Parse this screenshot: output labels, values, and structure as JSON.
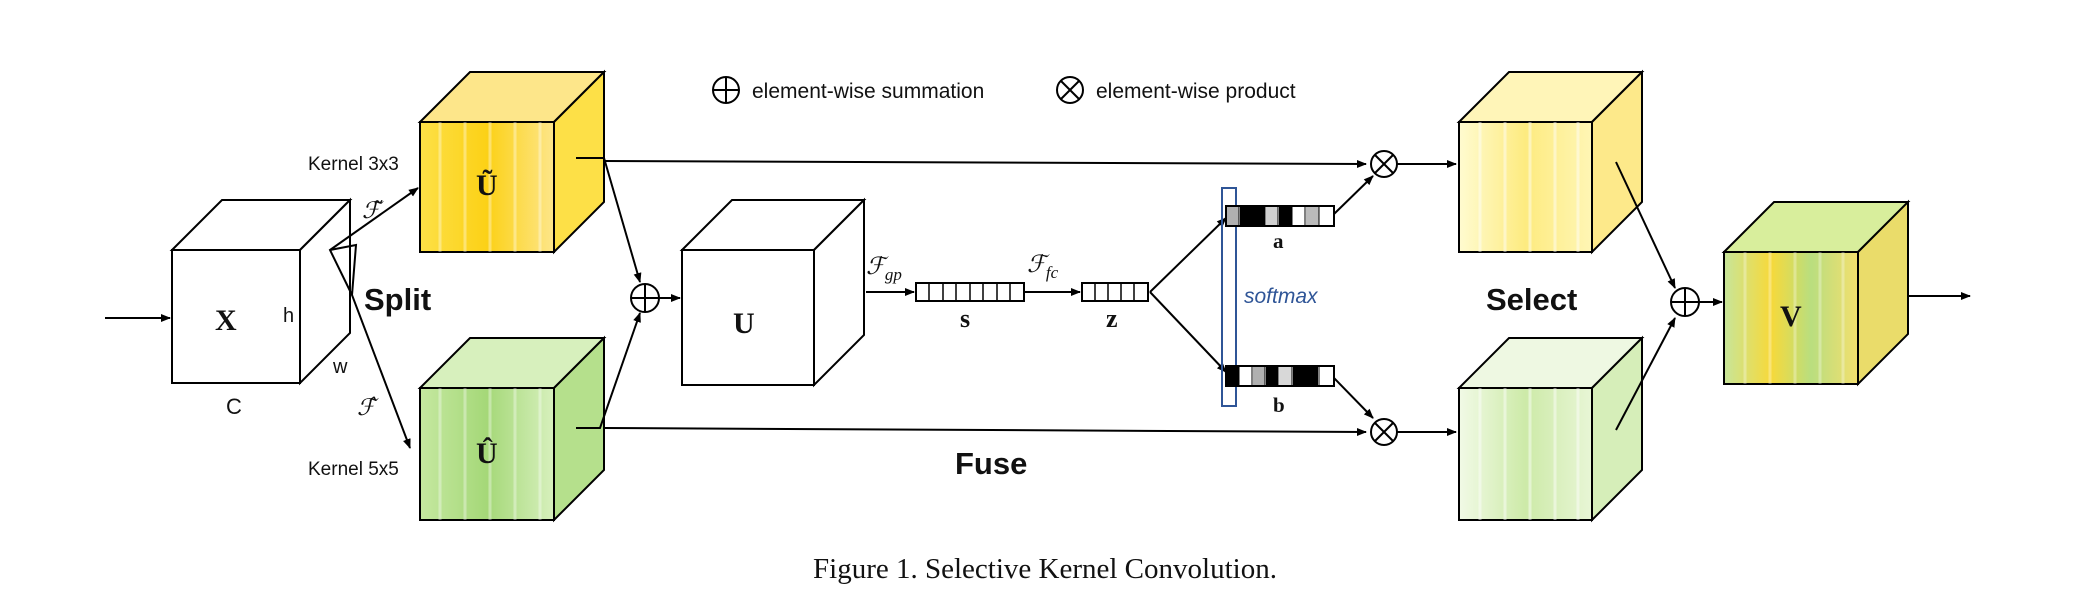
{
  "legend": {
    "sum_label": "element-wise summation",
    "product_label": "element-wise product"
  },
  "input_block": {
    "label": "X",
    "height_label": "h",
    "width_label": "w",
    "channel_label": "C"
  },
  "split": {
    "label": "Split",
    "kernel_top": "Kernel 3x3",
    "kernel_bottom": "Kernel 5x5",
    "f_tilde": "ℱ̃",
    "f_hat": "ℱ̂",
    "u_tilde": "Ũ",
    "u_hat": "Û"
  },
  "fuse": {
    "label": "Fuse",
    "u_label": "U",
    "f_gp_main": "ℱ",
    "f_gp_sub": "gp",
    "f_fc_main": "ℱ",
    "f_fc_sub": "fc",
    "s_label": "s",
    "z_label": "z"
  },
  "select": {
    "label": "Select",
    "softmax_label": "softmax",
    "a_label": "a",
    "b_label": "b",
    "v_label": "V"
  },
  "caption": "Figure 1. Selective Kernel Convolution.",
  "colors": {
    "yellow": "#fdd835",
    "yellow_light": "#fff59d",
    "green": "#9ccc65",
    "green_light": "#dcedc8",
    "softmax_blue": "#2f5597",
    "stroke": "#000000"
  },
  "icons": {
    "sum": "circle-plus-icon",
    "product": "circle-times-icon"
  }
}
